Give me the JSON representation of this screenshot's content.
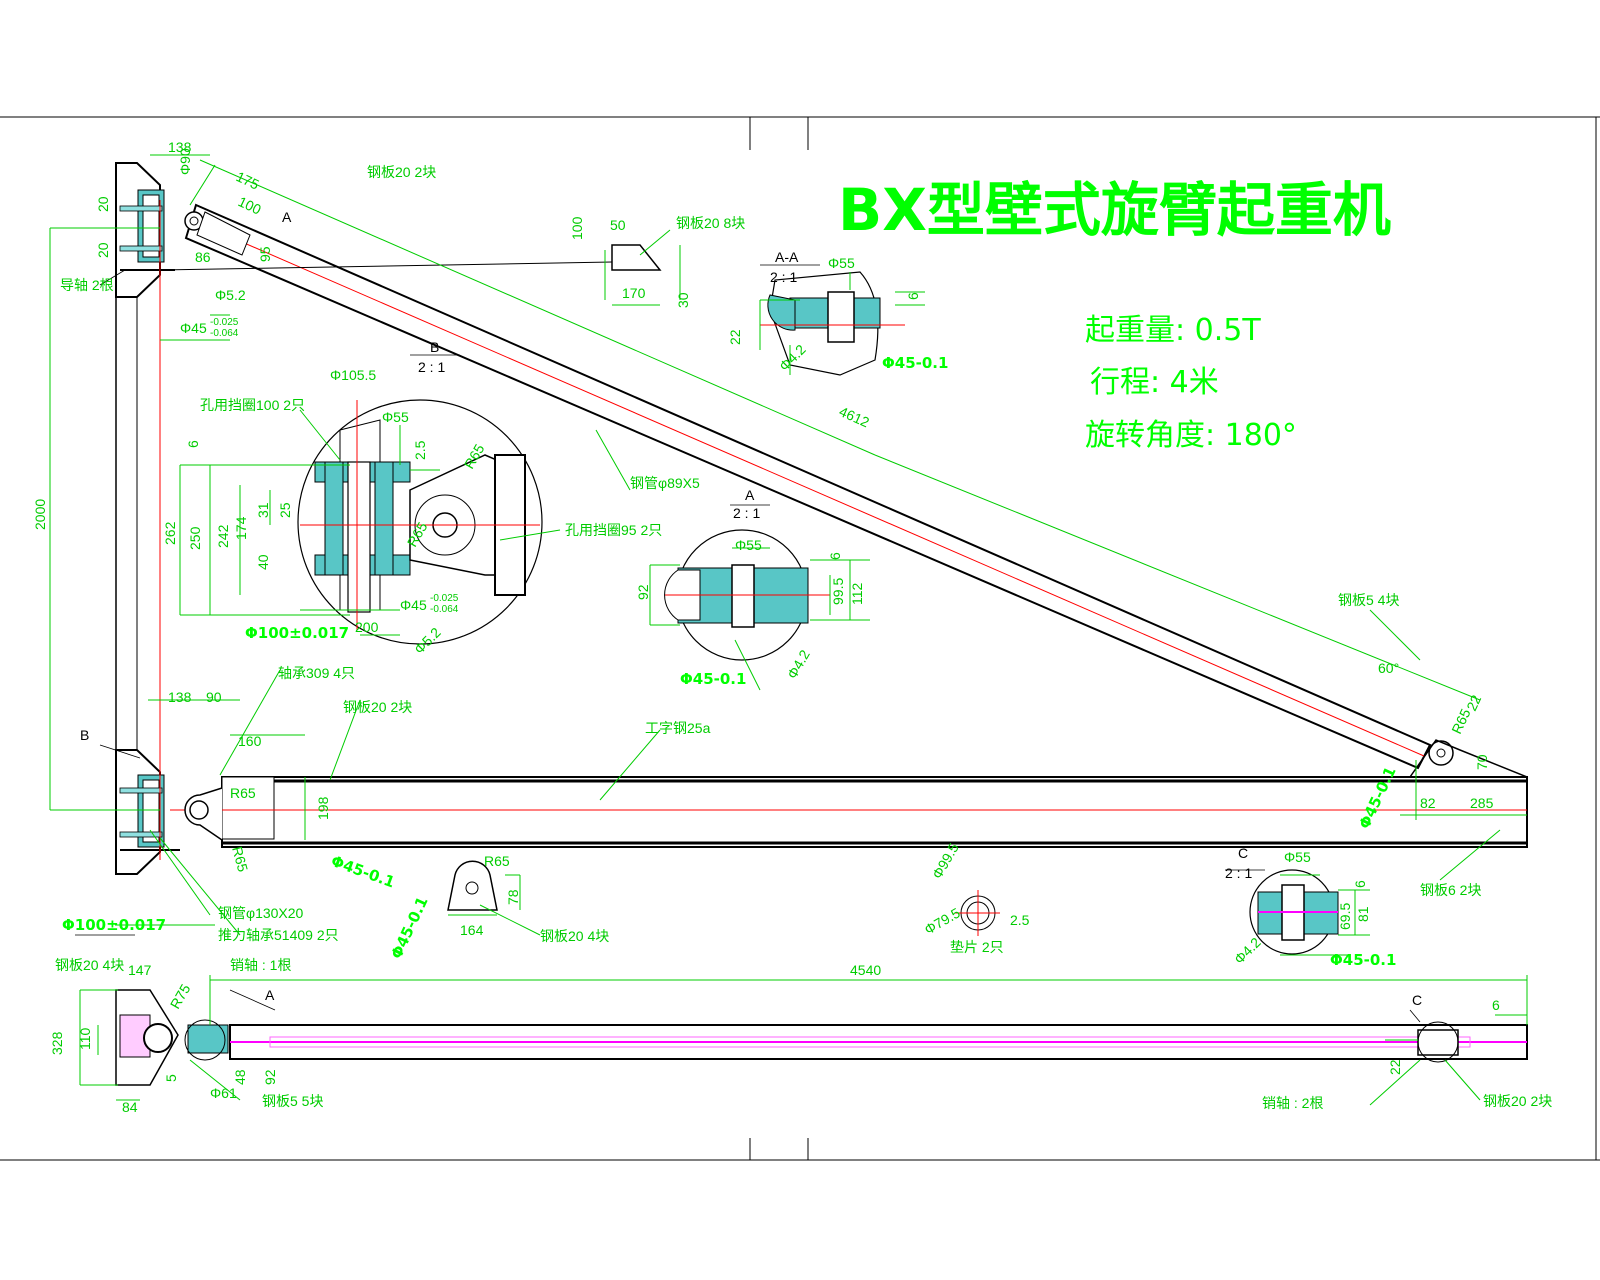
{
  "title": "BX型壁式旋臂起重机",
  "specs": {
    "capacity": "起重量: 0.5T",
    "travel": "行程: 4米",
    "rotation": "旋转角度: 180°"
  },
  "views": {
    "section_aa": {
      "label": "A-A",
      "scale": "2 : 1"
    },
    "detail_b": {
      "label": "B",
      "scale": "2 : 1"
    },
    "detail_a": {
      "label": "A",
      "scale": "2 : 1"
    },
    "detail_c": {
      "label": "C",
      "scale": "2 : 1"
    }
  },
  "markers": {
    "a": "A",
    "b": "B",
    "c": "C",
    "a2": "A",
    "c2": "C"
  },
  "callouts": {
    "plate20_2_top": "钢板20  2块",
    "plate20_8": "钢板20  8块",
    "pin_2": "导轴 2根",
    "tube89": "钢管φ89X5",
    "bearing100": "孔用挡圈100  2只",
    "circlip95": "孔用挡圈95  2只",
    "plate5_4": "钢板5  4块",
    "bearing309": "轴承309  4只",
    "plate20_2_mid": "钢板20  2块",
    "ibeam": "工字钢25a",
    "plate6_2": "钢板6  2块",
    "tube130": "钢管φ130X20",
    "thrust": "推力轴承51409  2只",
    "plate20_4": "钢板20  4块",
    "plate20_4_left": "钢板20  4块",
    "pin_1": "销轴 :  1根",
    "plate5_5": "钢板5  5块",
    "pin_2b": "销轴 :  2根",
    "plate20_2_br": "钢板20  2块",
    "bar_2": "垫片  2只"
  },
  "dims": {
    "d138": "138",
    "d090": "Φ90",
    "d175": "175",
    "d100": "100",
    "d20a": "20",
    "d20b": "20",
    "d86": "86",
    "d95": "95",
    "d52a": "Φ5.2",
    "d45a": "Φ45",
    "tol_a_top": "-0.025",
    "tol_a_bot": "-0.064",
    "d100p": "100",
    "d50": "50",
    "d170": "170",
    "d30": "30",
    "d55aa": "Φ55",
    "d6aa": "6",
    "d22aa": "22",
    "d42aa": "Φ4.2",
    "fitaa": "Φ45-0.1",
    "d1055": "Φ105.5",
    "d55b": "Φ55",
    "d25b": "2.5",
    "d6b": "6",
    "d250": "250",
    "d242": "242",
    "d174": "174",
    "d31": "31",
    "d25": "25",
    "d40": "40",
    "d262": "262",
    "d2000": "2000",
    "dR65b": "R65",
    "dR65c": "R65",
    "d45b": "Φ45",
    "tol_b_top": "-0.025",
    "tol_b_bot": "-0.064",
    "d200": "200",
    "d52b": "Φ5.2",
    "d100fit": "Φ100±0.017",
    "d4612": "4612",
    "d55a": "Φ55",
    "d6a": "6",
    "d92": "92",
    "d995": "99.5",
    "d112": "112",
    "d42a": "Φ4.2",
    "fita": "Φ45-0.1",
    "d60": "60°",
    "d22r": "22",
    "dR65r": "R65",
    "d70": "70",
    "d138b": "138",
    "d90": "90",
    "d160": "160",
    "dR65m": "R65",
    "d198": "198",
    "dR65n": "R65",
    "fitm": "Φ45-0.1",
    "d82": "82",
    "d285": "285",
    "fitr": "Φ45-0.1",
    "dR65lug": "R65",
    "d78": "78",
    "d164": "164",
    "fitlug": "Φ45-0.1",
    "d100fit2": "Φ100±0.017",
    "d995w": "Φ99.5",
    "d795": "Φ79.5",
    "d25w": "2.5",
    "d55c": "Φ55",
    "d6c": "6",
    "d695": "69.5",
    "d81": "81",
    "d42c": "Φ4.2",
    "fitc": "Φ45-0.1",
    "d147": "147",
    "dR75": "R75",
    "d328": "328",
    "d110": "110",
    "d84": "84",
    "d4540": "4540",
    "d6e": "6",
    "d22e": "22",
    "d48": "48",
    "d92b": "92",
    "d61": "Φ61",
    "d5": "5"
  }
}
